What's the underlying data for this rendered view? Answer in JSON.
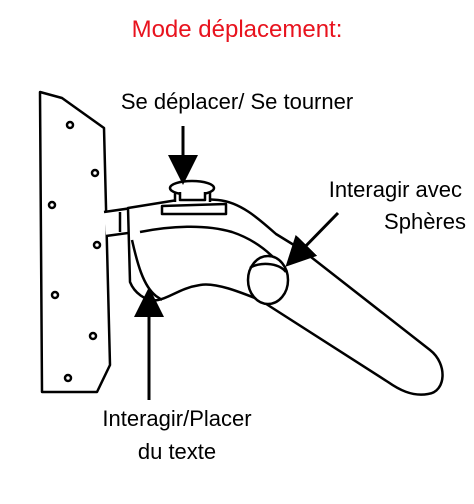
{
  "title": {
    "text": "Mode déplacement:",
    "color": "#e8131e"
  },
  "labels": {
    "move_turn": "Se déplacer/ Se tourner",
    "spheres_line1": "Interagir avec",
    "spheres_line2": "Sphères",
    "place_text_line1": "Interagir/Placer",
    "place_text_line2": "du texte"
  },
  "icons": [
    "vr-controller-icon",
    "arrow-down-icon",
    "arrow-diagonal-icon",
    "arrow-up-icon"
  ]
}
